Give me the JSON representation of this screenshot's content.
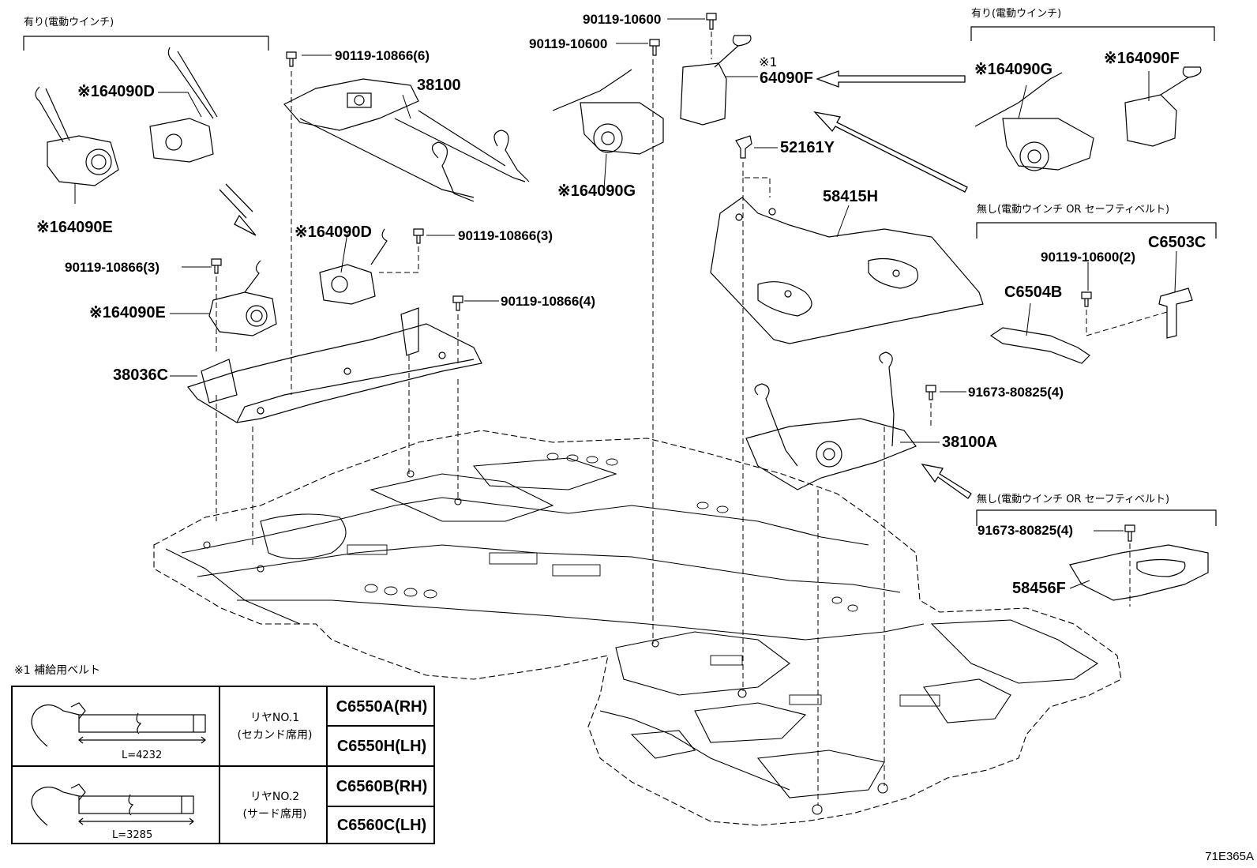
{
  "callouts": {
    "c_90119_10600_a": "90119-10600",
    "c_90119_10600_b": "90119-10600",
    "c_90119_10866_6": "90119-10866(6)",
    "c_90119_10866_3_a": "90119-10866(3)",
    "c_90119_10866_3_b": "90119-10866(3)",
    "c_90119_10866_4": "90119-10866(4)",
    "c_38100": "38100",
    "c_38036C": "38036C",
    "c_64090D_top": "※164090D",
    "c_64090D_mid": "※164090D",
    "c_64090E_top": "※164090E",
    "c_64090E_mid": "※164090E",
    "c_64090G_center": "※164090G",
    "c_64090F_center_mark": "※1",
    "c_64090F_center": "64090F",
    "c_52161Y": "52161Y",
    "c_58415H": "58415H",
    "c_64090G_right": "※164090G",
    "c_64090F_right": "※164090F",
    "c_90119_10600_2": "90119-10600(2)",
    "c_C6503C": "C6503C",
    "c_C6504B": "C6504B",
    "c_91673_80825_4_a": "91673-80825(4)",
    "c_38100A": "38100A",
    "c_91673_80825_4_b": "91673-80825(4)",
    "c_58456F": "58456F"
  },
  "notes": {
    "with_winch_left": "有り(電動ウインチ)",
    "with_winch_right": "有り(電動ウインチ)",
    "without_winch_1": "無し(電動ウインチ OR セーフティベルト)",
    "without_winch_2": "無し(電動ウインチ OR セーフティベルト)",
    "table_title": "※1 補給用ベルト"
  },
  "belt_table": {
    "rows": [
      {
        "length_label": "L=4232",
        "desc_line1": "リヤNO.1",
        "desc_line2": "(セカンド席用)",
        "part_rh": "C6550A(RH)",
        "part_lh": "C6550H(LH)"
      },
      {
        "length_label": "L=3285",
        "desc_line1": "リヤNO.2",
        "desc_line2": "(サード席用)",
        "part_rh": "C6560B(RH)",
        "part_lh": "C6560C(LH)"
      }
    ]
  },
  "drawing_code": "71E365A"
}
